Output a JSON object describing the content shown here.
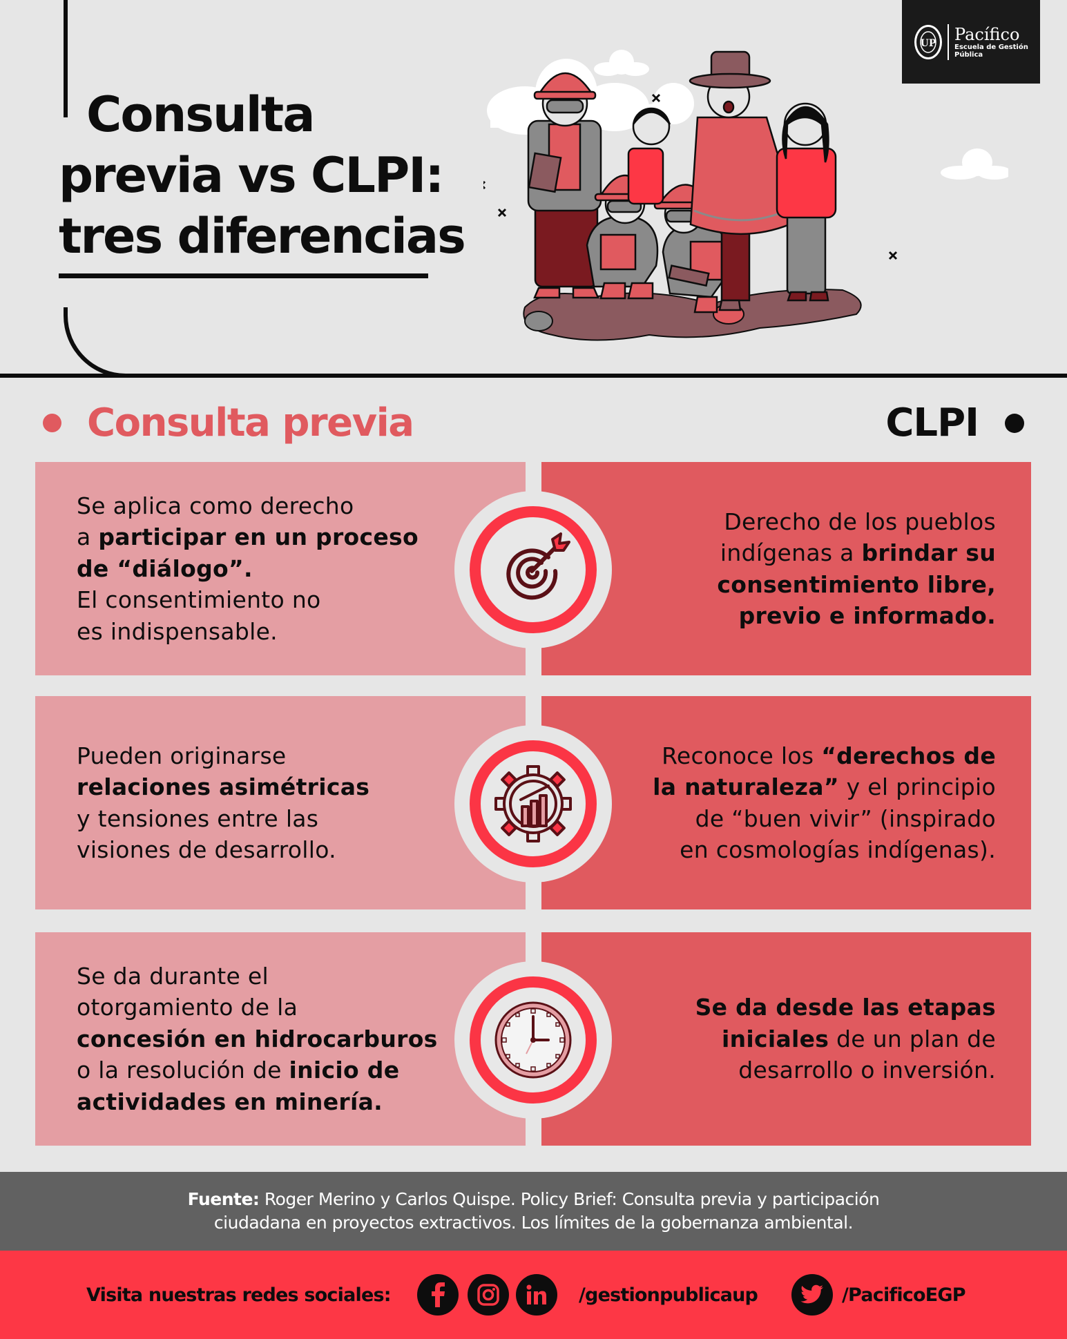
{
  "header": {
    "title_lines": [
      "Consulta",
      "previa vs CLPI:",
      "tres diferencias"
    ],
    "logo": {
      "name": "Pacífico",
      "subtitle_line1": "Escuela de Gestión",
      "subtitle_line2": "Pública",
      "seal_glyph": "UP"
    },
    "illustration": "people-group-illustration: miners with helmets and clipboards, indigenous family with hat and poncho"
  },
  "columns": {
    "left_label": "Consulta previa",
    "right_label": "CLPI"
  },
  "rows": [
    {
      "icon": "target-icon",
      "left": [
        {
          "t": "Se aplica como derecho",
          "b": false,
          "br": true
        },
        {
          "t": "a ",
          "b": false
        },
        {
          "t": "participar en un proceso",
          "b": true,
          "br": true
        },
        {
          "t": "de “diálogo”.",
          "b": true,
          "br": true
        },
        {
          "t": "El consentimiento no",
          "b": false,
          "br": true
        },
        {
          "t": "es indispensable.",
          "b": false
        }
      ],
      "left_text": "Se aplica como derecho a participar en un proceso de “diálogo”. El consentimiento no es indispensable.",
      "right": [
        {
          "t": "Derecho de los pueblos",
          "b": false,
          "br": true
        },
        {
          "t": "indígenas a ",
          "b": false
        },
        {
          "t": "brindar su",
          "b": true,
          "br": true
        },
        {
          "t": "consentimiento libre,",
          "b": true,
          "br": true
        },
        {
          "t": "previo e informado.",
          "b": true
        }
      ],
      "right_text": "Derecho de los pueblos indígenas a brindar su consentimiento libre, previo e informado."
    },
    {
      "icon": "gear-growth-chart-icon",
      "left": [
        {
          "t": "Pueden originarse",
          "b": false,
          "br": true
        },
        {
          "t": "relaciones asimétricas",
          "b": true,
          "br": true
        },
        {
          "t": "y tensiones entre las",
          "b": false,
          "br": true
        },
        {
          "t": "visiones de desarrollo.",
          "b": false
        }
      ],
      "left_text": "Pueden originarse relaciones asimétricas y tensiones entre las visiones de desarrollo.",
      "right": [
        {
          "t": "Reconoce los ",
          "b": false
        },
        {
          "t": "“derechos de",
          "b": true,
          "br": true
        },
        {
          "t": "la naturaleza”",
          "b": true
        },
        {
          "t": " y el principio",
          "b": false,
          "br": true
        },
        {
          "t": "de “buen vivir” (inspirado",
          "b": false,
          "br": true
        },
        {
          "t": "en cosmologías indígenas).",
          "b": false
        }
      ],
      "right_text": "Reconoce los “derechos de la naturaleza” y el principio de “buen vivir” (inspirado en cosmologías indígenas)."
    },
    {
      "icon": "clock-icon",
      "left": [
        {
          "t": "Se da durante el",
          "b": false,
          "br": true
        },
        {
          "t": "otorgamiento de la",
          "b": false,
          "br": true
        },
        {
          "t": "concesión en hidrocarburos",
          "b": true,
          "br": true
        },
        {
          "t": "o la resolución de ",
          "b": false
        },
        {
          "t": "inicio de",
          "b": true,
          "br": true
        },
        {
          "t": "actividades en minería.",
          "b": true
        }
      ],
      "left_text": "Se da durante el otorgamiento de la concesión en hidrocarburos o la resolución de inicio de actividades en minería.",
      "right": [
        {
          "t": "Se da desde las etapas",
          "b": true,
          "br": true
        },
        {
          "t": "iniciales",
          "b": true
        },
        {
          "t": " de un plan de",
          "b": false,
          "br": true
        },
        {
          "t": "desarrollo o inversión.",
          "b": false
        }
      ],
      "right_text": "Se da desde las etapas iniciales de un plan de desarrollo o inversión."
    }
  ],
  "source": {
    "label": "Fuente:",
    "line1": " Roger Merino y Carlos Quispe. Policy Brief: Consulta previa y participación",
    "line2": "ciudadana en proyectos extractivos. Los límites de la gobernanza ambiental."
  },
  "social": {
    "visit_label": "Visita nuestras redes sociales:",
    "icons": [
      "facebook-icon",
      "instagram-icon",
      "linkedin-icon"
    ],
    "handle_main": "/gestionpublicaup",
    "twitter_icon": "twitter-icon",
    "handle_twitter": "/PacificoEGP"
  },
  "colors": {
    "background": "#e6e6e6",
    "left_card": "#e49ea3",
    "right_card": "#e05a5f",
    "accent_red": "#fd3745",
    "ring_red": "#fb3545",
    "source_bar": "#616161",
    "icon_dark": "#5a1016",
    "text_dark": "#0d0d0d"
  }
}
